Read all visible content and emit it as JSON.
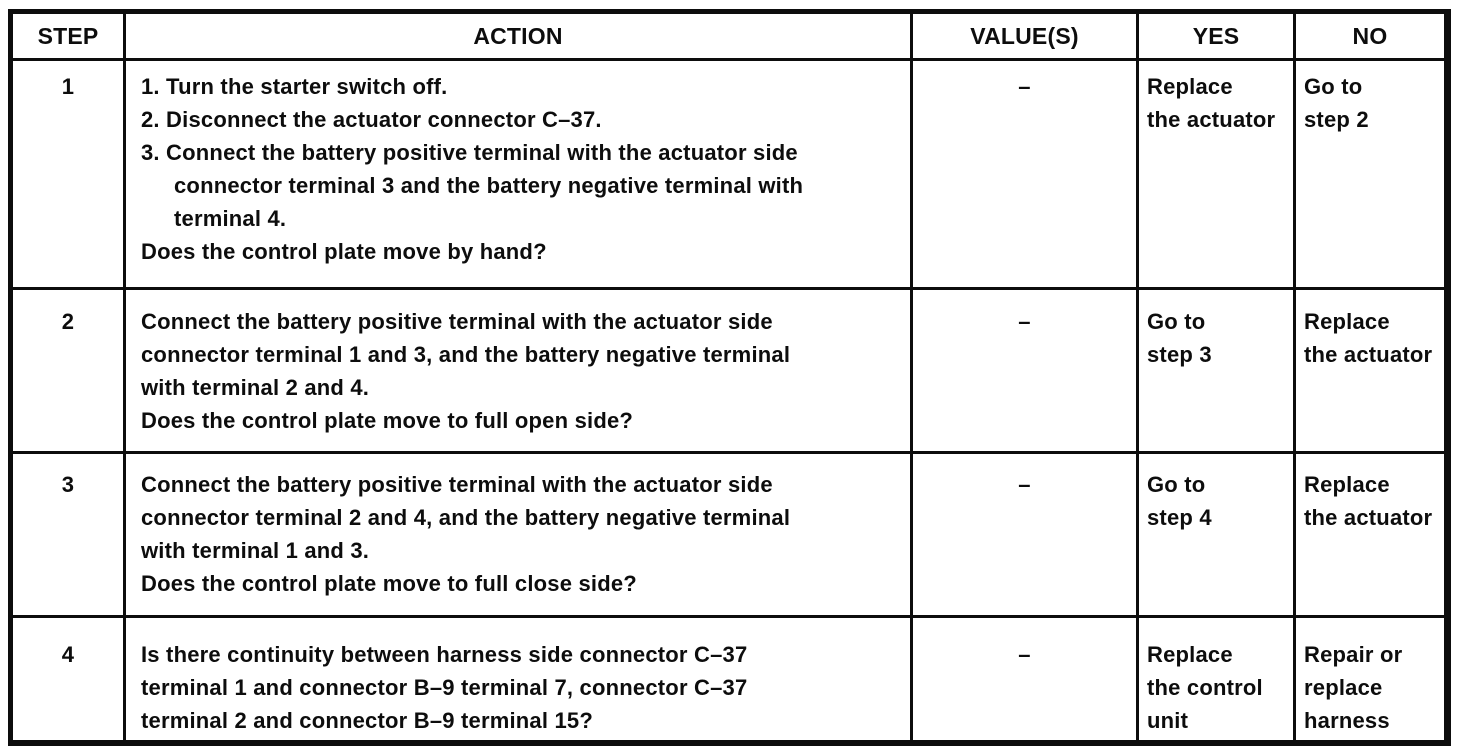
{
  "table": {
    "headers": [
      "STEP",
      "ACTION",
      "VALUE(S)",
      "YES",
      "NO"
    ],
    "rows": [
      {
        "step": "1",
        "action": [
          {
            "indent": 0,
            "text": "1. Turn the starter switch off."
          },
          {
            "indent": 0,
            "text": "2. Disconnect the actuator connector C–37."
          },
          {
            "indent": 0,
            "text": "3. Connect the battery positive terminal with the actuator side"
          },
          {
            "indent": 1,
            "text": "connector terminal 3 and the battery negative terminal with"
          },
          {
            "indent": 1,
            "text": "terminal 4."
          },
          {
            "indent": 0,
            "text": "Does the control plate move by hand?"
          }
        ],
        "value": "–",
        "yes": [
          "Replace",
          "the actuator"
        ],
        "no": [
          "Go to",
          "step 2"
        ]
      },
      {
        "step": "2",
        "action": [
          {
            "indent": 0,
            "text": "Connect the battery positive terminal with the actuator side"
          },
          {
            "indent": 0,
            "text": "connector terminal 1 and 3, and the battery negative terminal"
          },
          {
            "indent": 0,
            "text": "with terminal 2 and 4."
          },
          {
            "indent": 0,
            "text": "Does the control plate move to full open side?"
          }
        ],
        "value": "–",
        "yes": [
          "Go to",
          "step 3"
        ],
        "no": [
          "Replace",
          "the actuator"
        ]
      },
      {
        "step": "3",
        "action": [
          {
            "indent": 0,
            "text": "Connect the battery positive terminal with the actuator side"
          },
          {
            "indent": 0,
            "text": "connector terminal 2 and 4, and the battery negative terminal"
          },
          {
            "indent": 0,
            "text": "with terminal 1 and 3."
          },
          {
            "indent": 0,
            "text": "Does the control plate move to full close side?"
          }
        ],
        "value": "–",
        "yes": [
          "Go to",
          "step 4"
        ],
        "no": [
          "Replace",
          "the actuator"
        ]
      },
      {
        "step": "4",
        "action": [
          {
            "indent": 0,
            "text": "Is there continuity between harness side connector C–37"
          },
          {
            "indent": 0,
            "text": "terminal 1 and connector B–9 terminal 7, connector C–37"
          },
          {
            "indent": 0,
            "text": "terminal 2 and connector B–9 terminal 15?"
          }
        ],
        "value": "–",
        "yes": [
          "Replace",
          "the control",
          "unit"
        ],
        "no": [
          "Repair or",
          "replace",
          "harness"
        ]
      }
    ]
  }
}
